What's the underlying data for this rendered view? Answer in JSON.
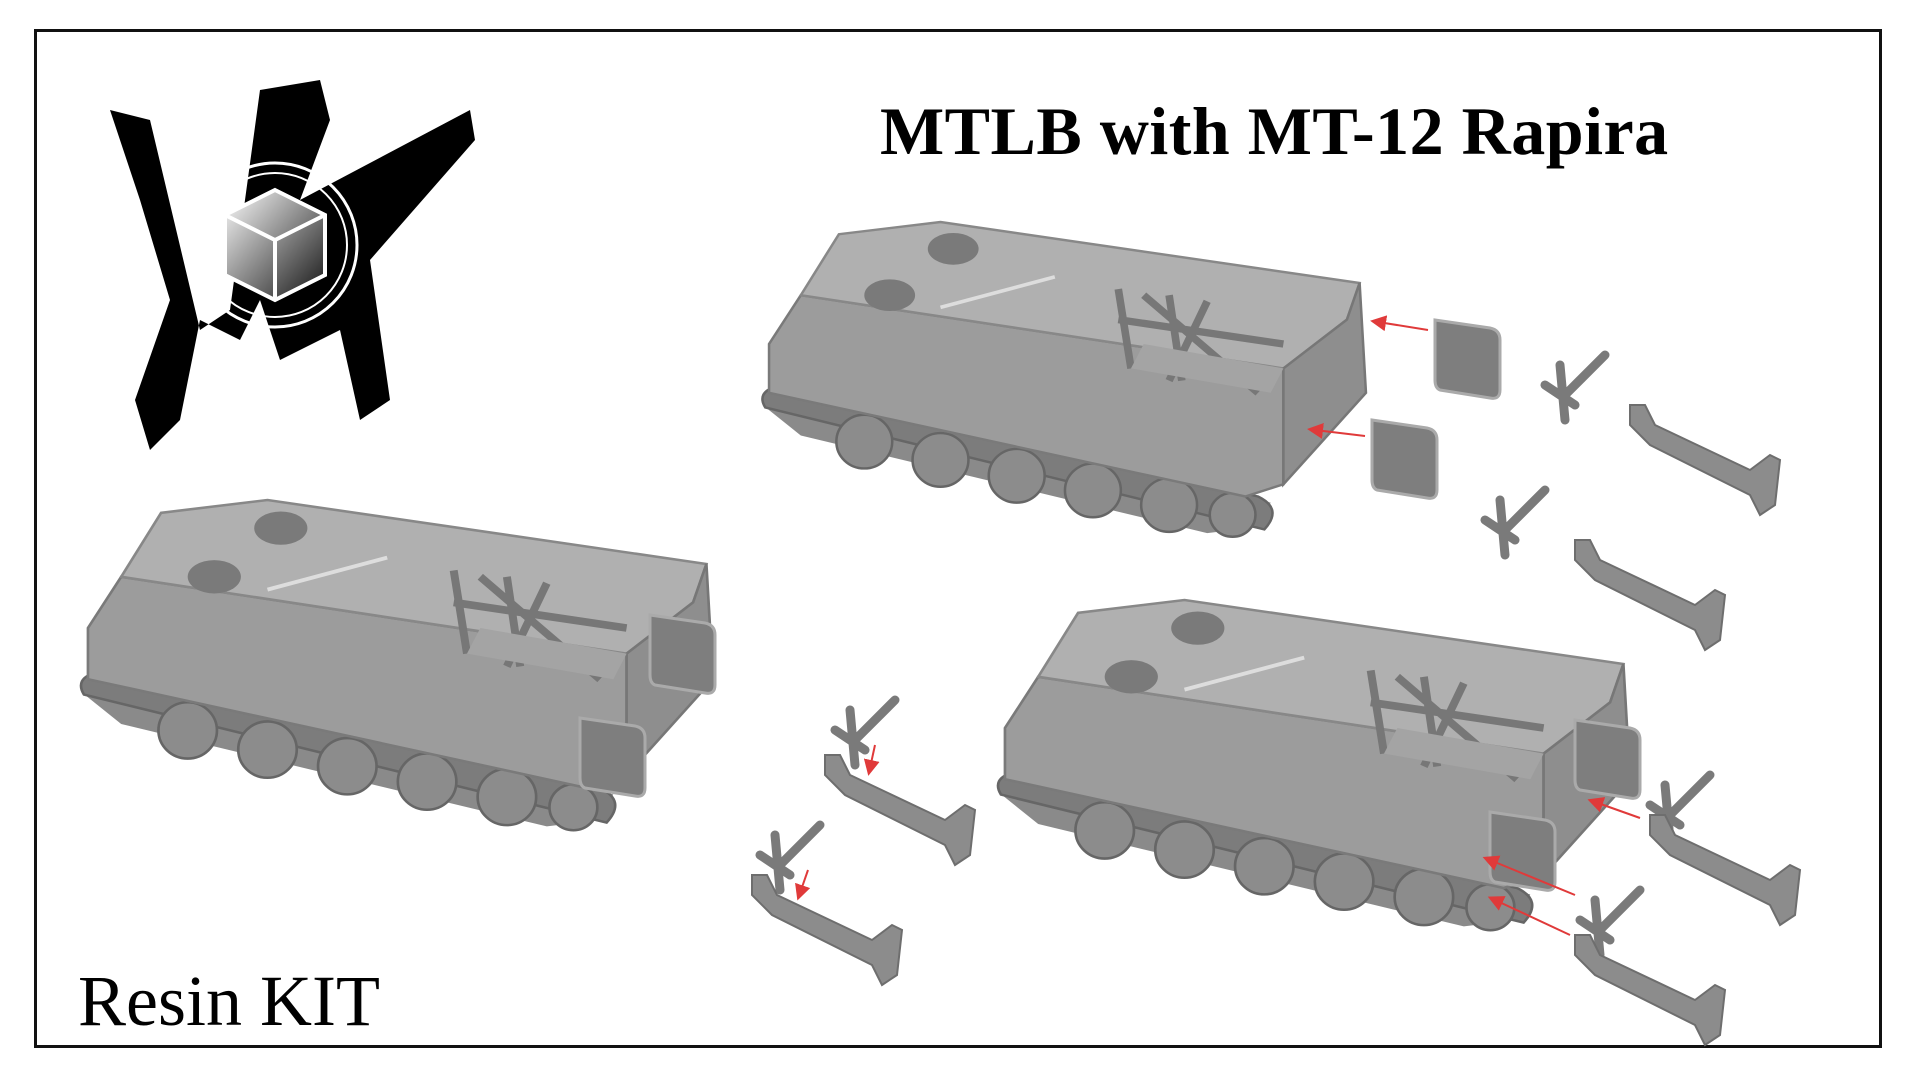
{
  "title": "MTLB with MT-12 Rapira",
  "subtitle": "Resin KIT",
  "logo": {
    "icon": "brush-logo-with-cube"
  },
  "colors": {
    "model_grey": "#9a9a9a",
    "arrow": "#e03a3a",
    "frame": "#111111"
  }
}
